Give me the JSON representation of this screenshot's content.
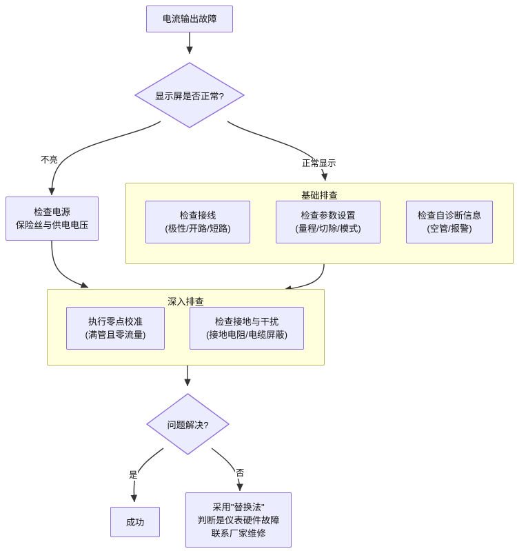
{
  "diagram": {
    "type": "flowchart",
    "direction": "top-down",
    "title_text": "",
    "colors": {
      "node_fill": "#ECECFF",
      "node_border": "#9370DB",
      "subgraph_fill": "#FFFFDE",
      "subgraph_border": "#BDB76B",
      "edge_stroke": "#333333",
      "text": "#121212",
      "background": "#FFFFFF"
    },
    "nodes": {
      "start": {
        "label": "电流输出故障"
      },
      "decision_display": {
        "label": "显示屏是否正常?"
      },
      "check_power": {
        "line1": "检查电源",
        "line2": "保险丝与供电电压"
      },
      "check_wiring": {
        "line1": "检查接线",
        "line2": "(极性/开路/短路)"
      },
      "check_params": {
        "line1": "检查参数设置",
        "line2": "(量程/切除/模式)"
      },
      "check_selfdiag": {
        "line1": "检查自诊断信息",
        "line2": "(空管/报警)"
      },
      "zero_calibration": {
        "line1": "执行零点校准",
        "line2": "(满管且零流量)"
      },
      "check_ground": {
        "line1": "检查接地与干扰",
        "line2": "(接地电阻/电缆屏蔽)"
      },
      "decision_resolved": {
        "label": "问题解决?"
      },
      "success": {
        "label": "成功"
      },
      "replacement": {
        "line1": "采用\"替换法\"",
        "line2": "判断是仪表硬件故障",
        "line3": "联系厂家维修"
      }
    },
    "subgraphs": {
      "basic": {
        "title": "基础排查"
      },
      "advanced": {
        "title": "深入排查"
      }
    },
    "edge_labels": {
      "not_lit": "不亮",
      "normal_display": "正常显示",
      "yes": "是",
      "no": "否"
    }
  }
}
